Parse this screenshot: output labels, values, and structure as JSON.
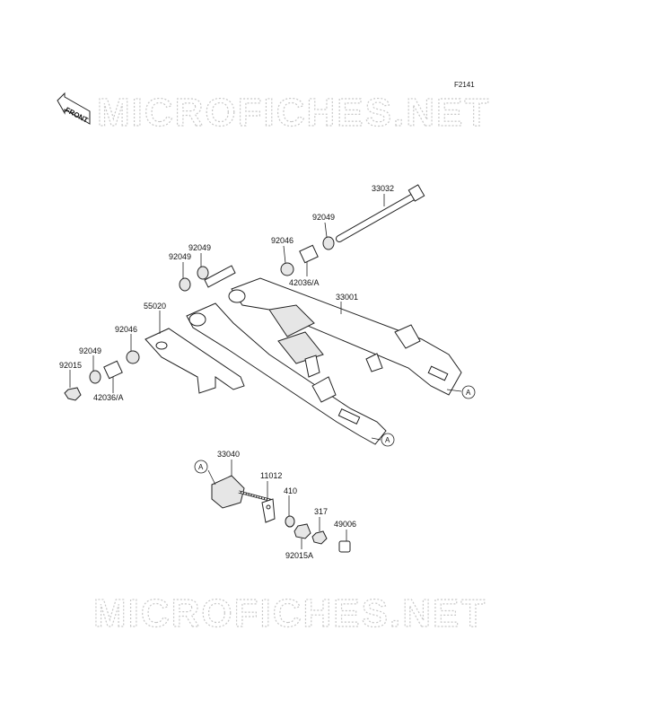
{
  "diagram_code": "F2141",
  "watermark_text": "MICROFICHES.NET",
  "front_indicator": "FRONT",
  "ref_marker": "A",
  "parts": {
    "p33032": "33032",
    "p92049_top_right": "92049",
    "p92046_top": "92046",
    "p42036a_top": "42036/A",
    "p92049_upper_left_a": "92049",
    "p92049_upper_left_b": "92049",
    "p33001": "33001",
    "p55020": "55020",
    "p92046_left": "92046",
    "p92049_left": "92049",
    "p92015_left": "92015",
    "p42036a_left": "42036/A",
    "p33040": "33040",
    "p11012": "11012",
    "p410": "410",
    "p317": "317",
    "p49006": "49006",
    "p92015a": "92015A"
  }
}
